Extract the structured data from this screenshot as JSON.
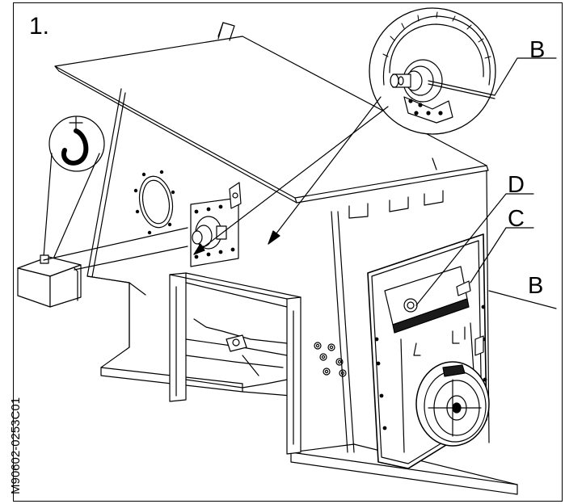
{
  "figure": {
    "step_label": "1.",
    "drawing_code": "M90602-0253C01",
    "callouts": {
      "b_top": "B",
      "d": "D",
      "c": "C",
      "b_right": "B"
    },
    "colors": {
      "line": "#000000",
      "background": "#ffffff",
      "shade": "#1a1a1a"
    }
  }
}
